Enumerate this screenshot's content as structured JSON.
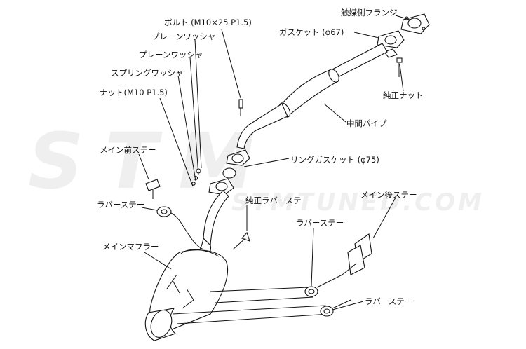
{
  "watermark": {
    "logo_text": "STM",
    "site_text": "STMTUNED.COM",
    "color": "#e6e6e6"
  },
  "labels": {
    "bolt": "ボルト (M10×25 P1.5)",
    "plain_washer_1": "プレーンワッシャ",
    "plain_washer_2": "プレーンワッシャ",
    "spring_washer": "スプリングワッシャ",
    "nut": "ナット(M10 P1.5)",
    "cat_flange": "触媒側フランジ",
    "gasket_67": "ガスケット (φ67)",
    "oem_nut": "純正ナット",
    "mid_pipe": "中間パイプ",
    "ring_gasket": "リングガスケット (φ75)",
    "main_front_stay": "メイン前ステー",
    "rubber_stay_left": "ラバーステー",
    "oem_rubber_stay": "純正ラバーステー",
    "main_rear_stay": "メイン後ステー",
    "rubber_stay_mid": "ラバーステー",
    "main_muffler": "メインマフラー",
    "rubber_stay_bottom": "ラバーステー"
  },
  "colors": {
    "line": "#111111",
    "background": "#ffffff"
  }
}
